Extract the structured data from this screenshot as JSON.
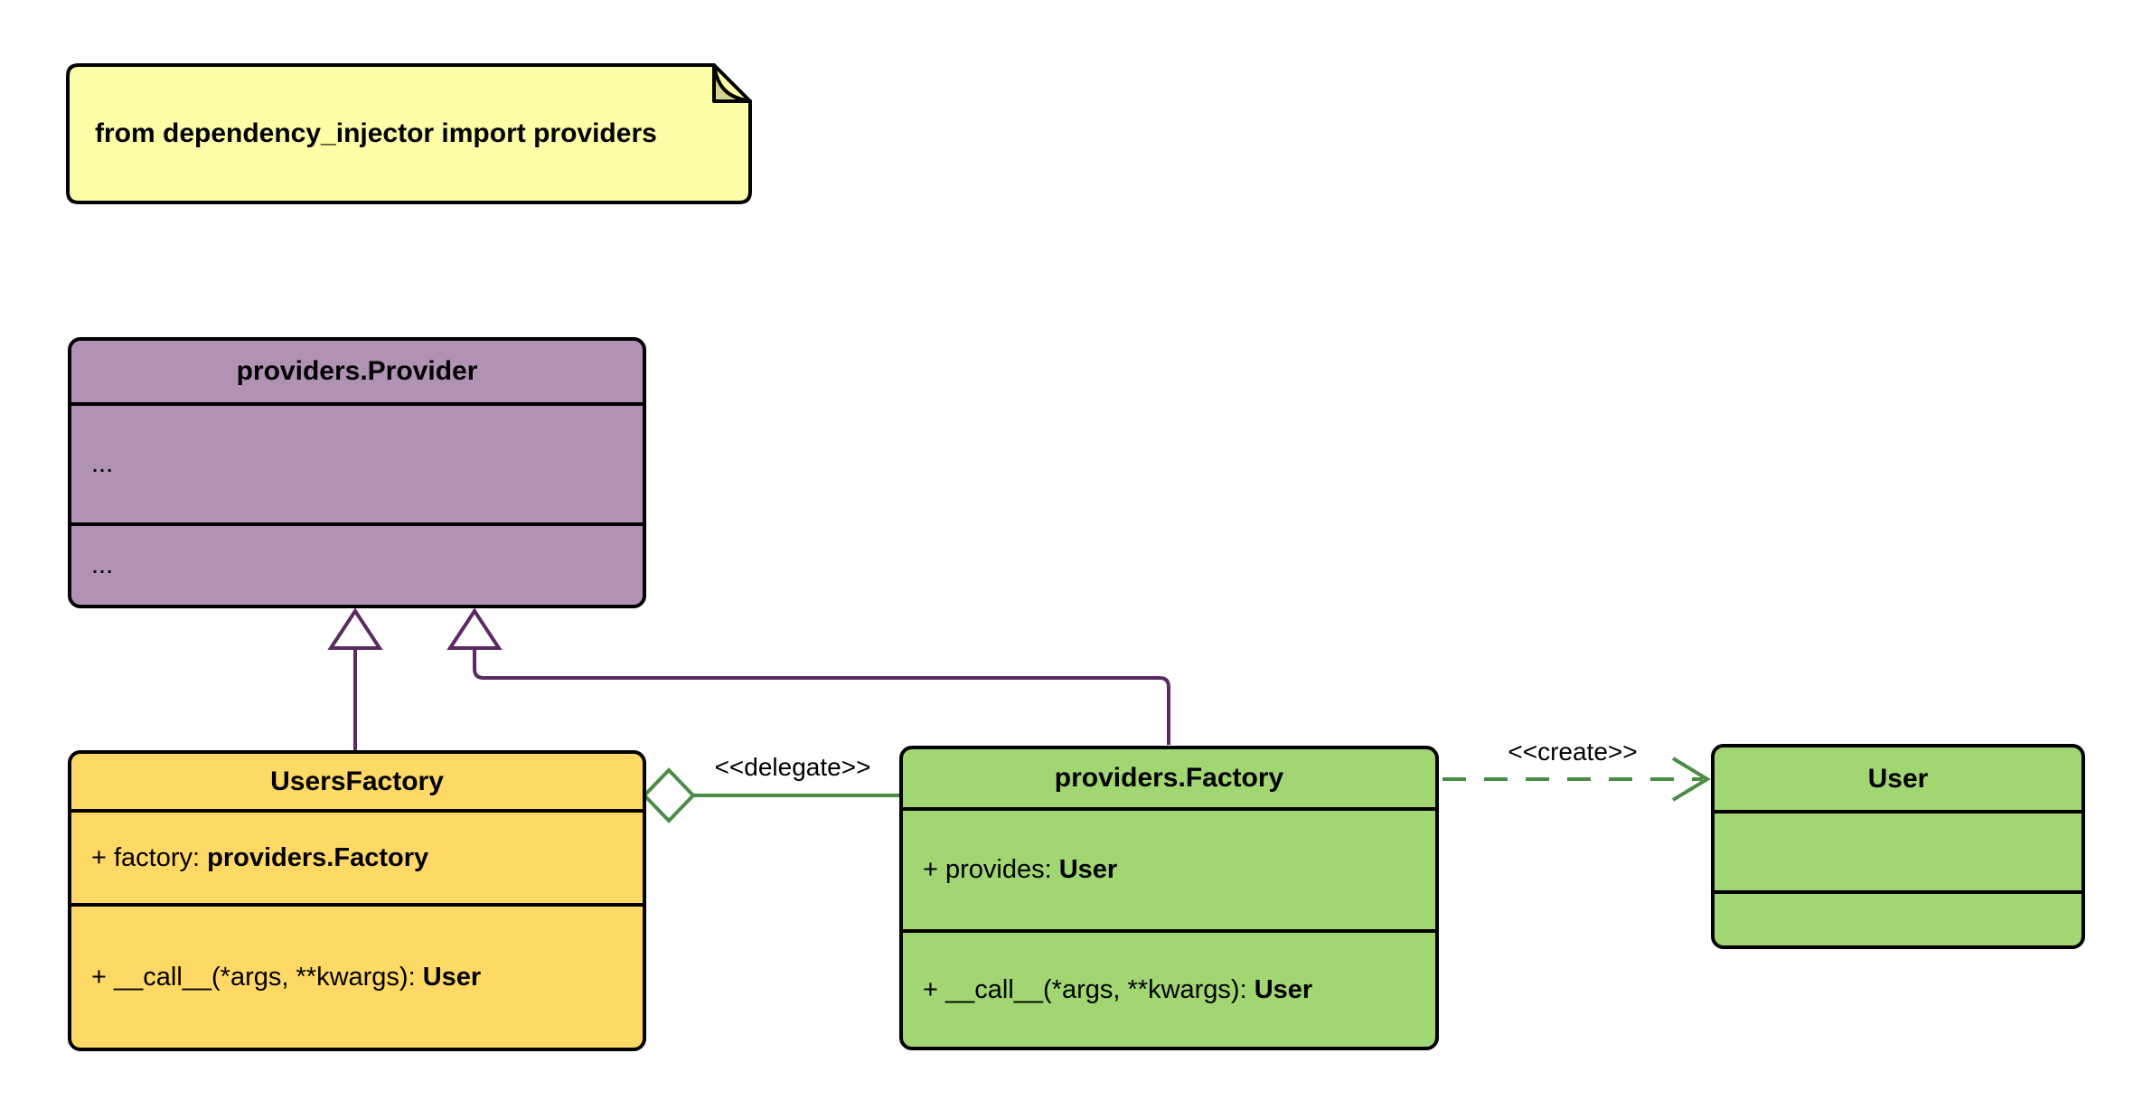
{
  "diagram": {
    "note": {
      "text": "from dependency_injector import providers"
    },
    "classes": {
      "provider": {
        "title": "providers.Provider",
        "section1": "...",
        "section2": "..."
      },
      "users_factory": {
        "title": "UsersFactory",
        "attr_prefix": "+ factory: ",
        "attr_type": "providers.Factory",
        "method_prefix": "+ __call__(*args, **kwargs): ",
        "method_type": "User"
      },
      "factory": {
        "title": "providers.Factory",
        "attr_prefix": "+ provides: ",
        "attr_type": "User",
        "method_prefix": "+ __call__(*args, **kwargs): ",
        "method_type": "User"
      },
      "user": {
        "title": "User"
      }
    },
    "labels": {
      "delegate": "<<delegate>>",
      "create": "<<create>>"
    },
    "relationships": [
      {
        "from": "UsersFactory",
        "to": "providers.Provider",
        "type": "generalization"
      },
      {
        "from": "providers.Factory",
        "to": "providers.Provider",
        "type": "generalization"
      },
      {
        "from": "UsersFactory",
        "to": "providers.Factory",
        "type": "aggregation",
        "label": "<<delegate>>"
      },
      {
        "from": "providers.Factory",
        "to": "User",
        "type": "dependency-dashed",
        "label": "<<create>>"
      }
    ],
    "colors": {
      "provider_fill": "#b192b5",
      "users_factory_fill": "#ffd966",
      "factory_fill": "#a1d672",
      "user_fill": "#a1d672",
      "note_fill": "#fdfda8",
      "note_fold_fill": "#d6d291",
      "generalization_edge": "#5c2a63",
      "delegate_edge": "#4a8c46",
      "create_edge": "#4a8c46",
      "border": "#000000"
    }
  }
}
